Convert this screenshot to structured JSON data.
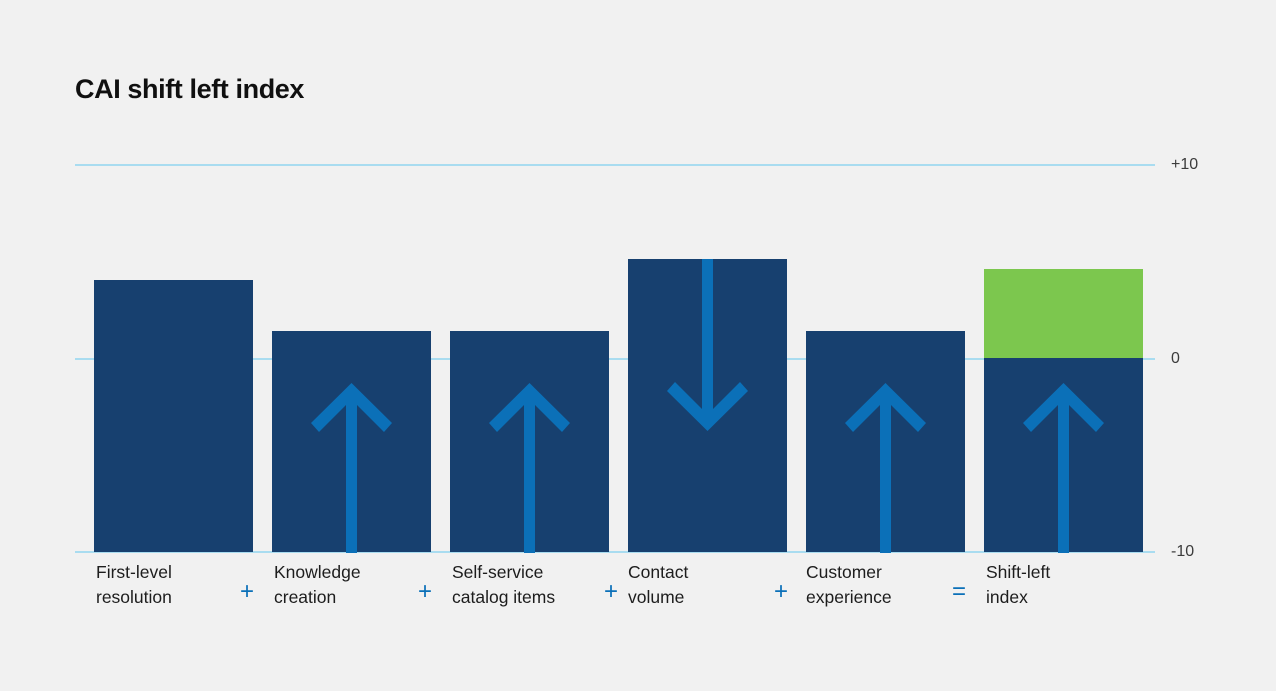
{
  "chart": {
    "title": "CAI shift left index",
    "background_color": "#f1f1f1",
    "bar_color": "#17406f",
    "result_bar_color": "#7cc74e",
    "arrow_color": "#0b70b8",
    "gridline_color": "#a9dcf0",
    "operator_color": "#0b70b8"
  },
  "axis": {
    "top_label": "+10",
    "zero_label": "0",
    "bottom_label": "-10"
  },
  "categories": [
    {
      "line1": "First-level",
      "line2": "resolution"
    },
    {
      "line1": "Knowledge",
      "line2": "creation"
    },
    {
      "line1": "Self-service",
      "line2": "catalog items"
    },
    {
      "line1": "Contact",
      "line2": "volume"
    },
    {
      "line1": "Customer",
      "line2": "experience"
    },
    {
      "line1": "Shift-left",
      "line2": "index"
    }
  ],
  "operators": [
    {
      "symbol": "+"
    },
    {
      "symbol": "+"
    },
    {
      "symbol": "+"
    },
    {
      "symbol": "+"
    },
    {
      "symbol": "="
    }
  ],
  "chart_data": {
    "type": "bar",
    "title": "CAI shift left index",
    "xlabel": "",
    "ylabel": "",
    "ylim": [
      -10,
      10
    ],
    "ytick_labels": [
      "+10",
      "0",
      "-10"
    ],
    "ytick_values": [
      10,
      0,
      -10
    ],
    "grid": true,
    "legend": "none",
    "categories": [
      "First-level resolution",
      "Knowledge creation",
      "Self-service catalog items",
      "Contact volume",
      "Customer experience",
      "Shift-left index"
    ],
    "values": [
      4.0,
      1.4,
      1.4,
      5.1,
      1.4,
      4.6
    ],
    "bar_base": -10,
    "arrows": [
      {
        "category": "First-level resolution",
        "direction": "none"
      },
      {
        "category": "Knowledge creation",
        "direction": "up"
      },
      {
        "category": "Self-service catalog items",
        "direction": "up"
      },
      {
        "category": "Contact volume",
        "direction": "down"
      },
      {
        "category": "Customer experience",
        "direction": "up"
      },
      {
        "category": "Shift-left index",
        "direction": "up"
      }
    ],
    "bar_colors": [
      "#17406f",
      "#17406f",
      "#17406f",
      "#17406f",
      "#17406f",
      "#7cc74e"
    ],
    "operators_between": [
      "+",
      "+",
      "+",
      "+",
      "="
    ],
    "annotations": []
  },
  "geometry": {
    "bars": [
      {
        "x": 19,
        "top": 116,
        "arrow": "none"
      },
      {
        "x": 197,
        "top": 167,
        "arrow": "up"
      },
      {
        "x": 375,
        "top": 167,
        "arrow": "up"
      },
      {
        "x": 553,
        "top": 95,
        "arrow": "down"
      },
      {
        "x": 731,
        "top": 167,
        "arrow": "up"
      },
      {
        "x": 909,
        "top": 105,
        "arrow": "up",
        "green": true
      }
    ],
    "operator_x": [
      163,
      341,
      519,
      697,
      875
    ]
  }
}
